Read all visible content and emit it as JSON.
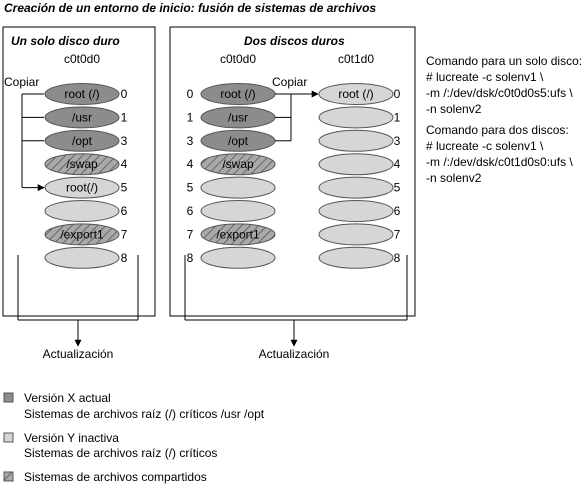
{
  "title": "Creación de un entorno de inicio: fusión de sistemas de archivos",
  "colors": {
    "dark": "#8c8c8c",
    "light": "#d6d6d6",
    "border": "#555555",
    "hatch": "#555555"
  },
  "panel_single": {
    "title": "Un solo disco duro",
    "disk_name": "c0t0d0",
    "copy_label": "Copiar",
    "update_label": "Actualización",
    "slices": [
      {
        "num": "0",
        "label": "root (/)",
        "style": "dark"
      },
      {
        "num": "1",
        "label": "/usr",
        "style": "dark"
      },
      {
        "num": "3",
        "label": "/opt",
        "style": "dark"
      },
      {
        "num": "4",
        "label": "/swap",
        "style": "hatch"
      },
      {
        "num": "5",
        "label": "root(/)",
        "style": "light"
      },
      {
        "num": "6",
        "label": "",
        "style": "light"
      },
      {
        "num": "7",
        "label": "/export1",
        "style": "hatch"
      },
      {
        "num": "8",
        "label": "",
        "style": "light"
      }
    ]
  },
  "panel_double": {
    "title": "Dos discos duros",
    "disk1_name": "c0t0d0",
    "disk2_name": "c0t1d0",
    "copy_label": "Copiar",
    "update_label": "Actualización",
    "disk1_slices": [
      {
        "num": "0",
        "label": "root (/)",
        "style": "dark"
      },
      {
        "num": "1",
        "label": "/usr",
        "style": "dark"
      },
      {
        "num": "3",
        "label": "/opt",
        "style": "dark"
      },
      {
        "num": "4",
        "label": "/swap",
        "style": "hatch"
      },
      {
        "num": "5",
        "label": "",
        "style": "light"
      },
      {
        "num": "6",
        "label": "",
        "style": "light"
      },
      {
        "num": "7",
        "label": "/export1",
        "style": "hatch"
      },
      {
        "num": "8",
        "label": "",
        "style": "light"
      }
    ],
    "disk2_slices": [
      {
        "num": "0",
        "label": "root (/)",
        "style": "light"
      },
      {
        "num": "1",
        "label": "",
        "style": "light"
      },
      {
        "num": "3",
        "label": "",
        "style": "light"
      },
      {
        "num": "4",
        "label": "",
        "style": "light"
      },
      {
        "num": "5",
        "label": "",
        "style": "light"
      },
      {
        "num": "6",
        "label": "",
        "style": "light"
      },
      {
        "num": "7",
        "label": "",
        "style": "light"
      },
      {
        "num": "8",
        "label": "",
        "style": "light"
      }
    ]
  },
  "commands": {
    "single": [
      "Comando para un solo disco:",
      "# lucreate -c solenv1 \\",
      "-m /:/dev/dsk/c0t0d0s5:ufs \\",
      "-n solenv2"
    ],
    "double": [
      "Comando para dos discos:",
      "# lucreate -c solenv1 \\",
      "-m /:/dev/dsk/c0t1d0s0:ufs \\",
      "-n solenv2"
    ]
  },
  "legend": [
    {
      "style": "dark",
      "lines": [
        "Versión X actual",
        "Sistemas de archivos raíz (/) críticos /usr /opt"
      ]
    },
    {
      "style": "light",
      "lines": [
        "Versión Y inactiva",
        "Sistemas de archivos raíz (/) críticos"
      ]
    },
    {
      "style": "hatch",
      "lines": [
        "Sistemas de archivos compartidos"
      ]
    }
  ]
}
